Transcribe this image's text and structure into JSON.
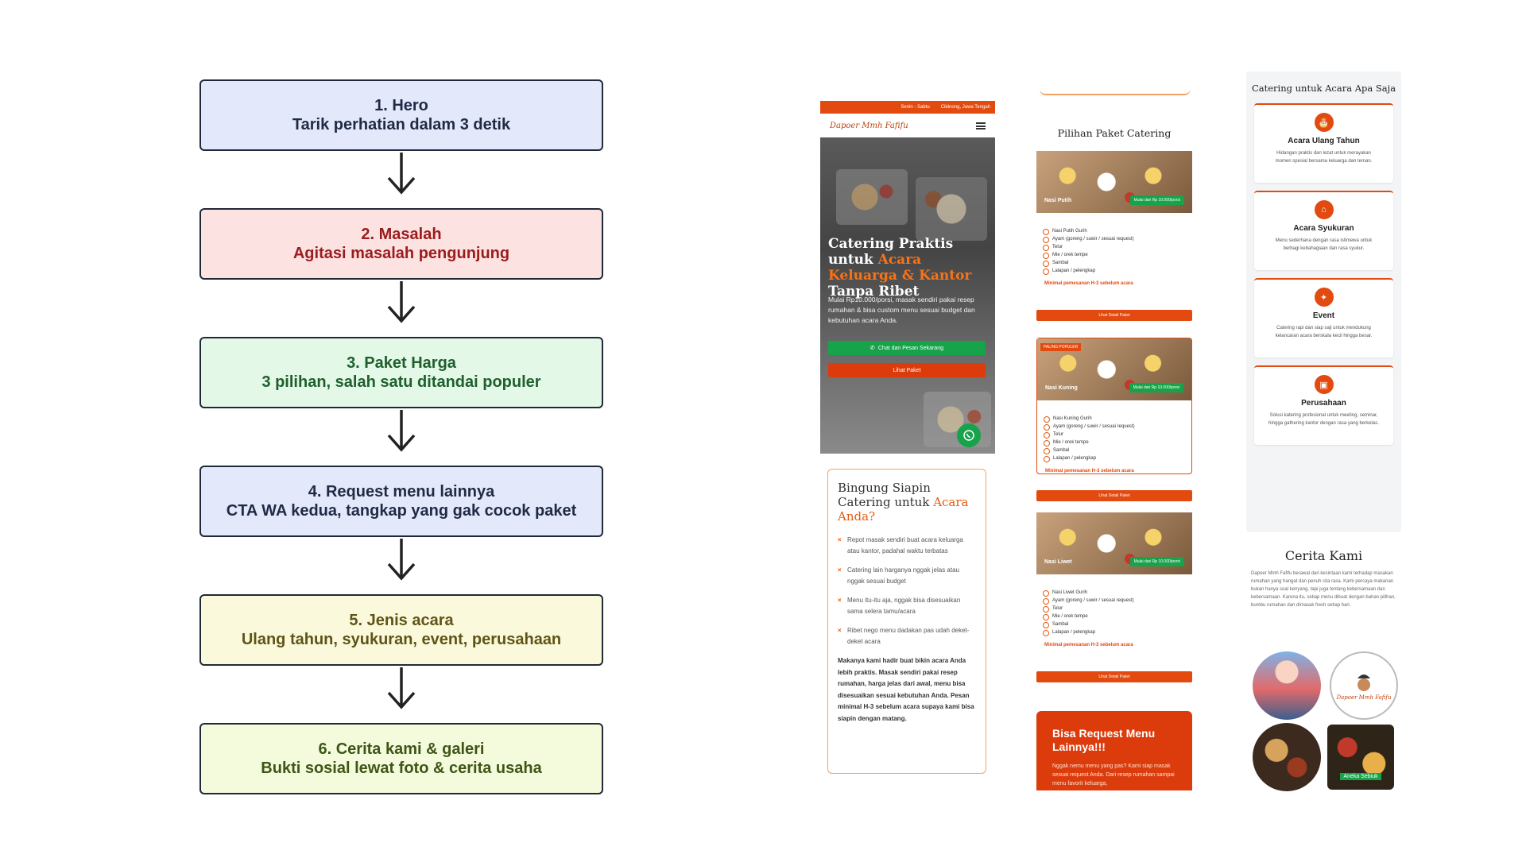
{
  "flow": {
    "steps": [
      {
        "line1": "1. Hero",
        "line2": "Tarik perhatian dalam 3 detik",
        "bg": "#e4e8fb",
        "fg": "#1f2a44"
      },
      {
        "line1": "2. Masalah",
        "line2": "Agitasi masalah pengunjung",
        "bg": "#fde2e2",
        "fg": "#9b1c1c"
      },
      {
        "line1": "3. Paket Harga",
        "line2": "3 pilihan, salah satu ditandai populer",
        "bg": "#e3f8e6",
        "fg": "#1f5f2e"
      },
      {
        "line1": "4. Request menu lainnya",
        "line2": "CTA WA kedua, tangkap yang gak cocok paket",
        "bg": "#e4e8fb",
        "fg": "#1f2a44"
      },
      {
        "line1": "5. Jenis acara",
        "line2": "Ulang tahun, syukuran, event, perusahaan",
        "bg": "#fbf9dc",
        "fg": "#5f5416"
      },
      {
        "line1": "6. Cerita kami & galeri",
        "line2": "Bukti sosial lewat foto & cerita usaha",
        "bg": "#f3fbdc",
        "fg": "#3f5516"
      }
    ]
  },
  "hero_mock": {
    "topbar_items": [
      "Senin - Sabtu",
      "Cibinong, Jawa Tengah"
    ],
    "logo": "Dapoer Mmh Fafifu",
    "headline_parts": [
      {
        "text": "Catering Praktis untuk ",
        "accent": false
      },
      {
        "text": "Acara Keluarga & Kantor",
        "accent": true
      },
      {
        "text": " Tanpa Ribet",
        "accent": false
      }
    ],
    "subtext": "Mulai Rp10.000/porsi, masak sendiri pakai resep rumahan & bisa custom menu sesuai budget dan kebutuhan acara Anda.",
    "cta_primary": "Chat dan Pesan Sekarang",
    "cta_secondary": "Lihat Paket"
  },
  "problem_mock": {
    "title_plain": "Bingung Siapin Catering untuk ",
    "title_accent": "Acara Anda?",
    "items": [
      "Repot masak sendiri buat acara keluarga atau kantor, padahal waktu terbatas",
      "Catering lain harganya nggak jelas atau nggak sesuai budget",
      "Menu itu-itu aja, nggak bisa disesuaikan sama selera tamu/acara",
      "Ribet nego menu dadakan pas udah deket-deket acara"
    ],
    "closing": "Makanya kami hadir buat bikin acara Anda lebih praktis. Masak sendiri pakai resep rumahan, harga jelas dari awal, menu bisa disesuaikan sesuai kebutuhan Anda. Pesan minimal H-3 sebelum acara supaya kami bisa siapin dengan matang."
  },
  "packages_mock": {
    "title": "Pilihan Paket Catering",
    "packages": [
      {
        "name": "Nasi Putih",
        "price": "Mulai dari Rp 10.000/porsi",
        "badge": "",
        "items": [
          "Nasi Putih Gurih",
          "Ayam (goreng / suwir / sesuai request)",
          "Telur",
          "Mie / orek tempe",
          "Sambal",
          "Lalapan / pelengkap"
        ],
        "min": "Minimal pemesanan H-3 sebelum acara",
        "button": "Lihat Detail Paket"
      },
      {
        "name": "Nasi Kuning",
        "price": "Mulai dari Rp 10.000/porsi",
        "badge": "PALING POPULER",
        "items": [
          "Nasi Kuning Gurih",
          "Ayam (goreng / suwir / sesuai request)",
          "Telur",
          "Mie / orek tempe",
          "Sambal",
          "Lalapan / pelengkap"
        ],
        "min": "Minimal pemesanan H-3 sebelum acara",
        "button": "Lihat Detail Paket"
      },
      {
        "name": "Nasi Liwet",
        "price": "Mulai dari Rp 10.000/porsi",
        "badge": "",
        "items": [
          "Nasi Liwet Gurih",
          "Ayam (goreng / suwir / sesuai request)",
          "Telur",
          "Mie / orek tempe",
          "Sambal",
          "Lalapan / pelengkap"
        ],
        "min": "Minimal pemesanan H-3 sebelum acara",
        "button": "Lihat Detail Paket"
      }
    ],
    "request_title": "Bisa Request Menu Lainnya!!!",
    "request_text": "Nggak nemu menu yang pas? Kami siap masak sesuai request Anda. Dari resep rumahan sampai menu favorit keluarga,"
  },
  "occasions_mock": {
    "title": "Catering untuk Acara Apa Saja",
    "items": [
      {
        "title": "Acara Ulang Tahun",
        "desc": "Hidangan praktis dan lezat untuk merayakan momen spesial bersama keluarga dan teman."
      },
      {
        "title": "Acara Syukuran",
        "desc": "Menu sederhana dengan rasa istimewa untuk berbagi kebahagiaan dan rasa syukur."
      },
      {
        "title": "Event",
        "desc": "Catering rapi dan siap saji untuk mendukung kelancaran acara berskala kecil hingga besar."
      },
      {
        "title": "Perusahaan",
        "desc": "Solusi katering profesional untuk meeting, seminar, hingga gathering kantor dengan rasa yang berkelas."
      }
    ]
  },
  "story_mock": {
    "title": "Cerita Kami",
    "text": "Dapoer Mmh Fafifu berawal dari kecintaan kami terhadap masakan rumahan yang hangat dan penuh cita rasa. Kami percaya makanan bukan hanya soal kenyang, tapi juga tentang kebersamaan dan kebersamaan. Karena itu, setiap menu dibuat dengan bahan pilihan, bumbu rumahan dan dimasak fresh setiap hari.",
    "gallery_logo_text": "Dapoer Mmh Fafifu",
    "gallery_caption": "Aneka Sebiuk"
  }
}
